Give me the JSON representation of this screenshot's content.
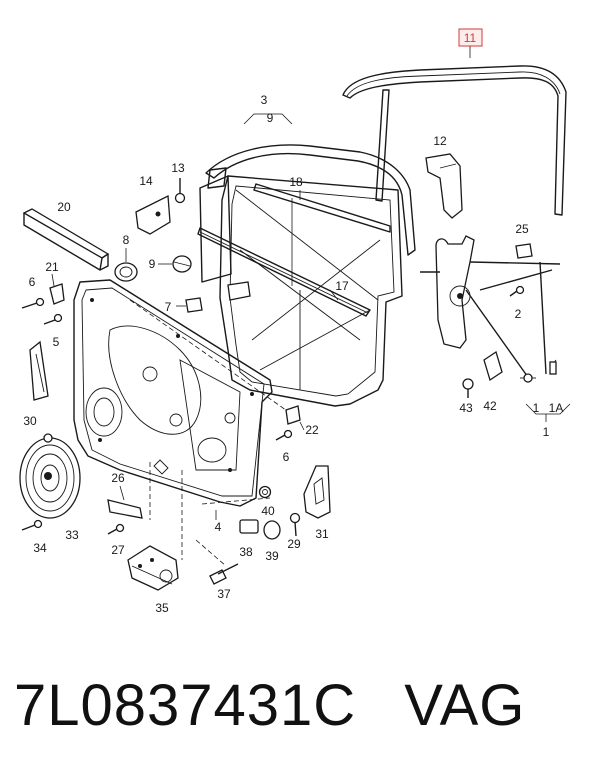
{
  "labels": {
    "l11": "11",
    "l3": "3",
    "l9top": "9",
    "l12": "12",
    "l13": "13",
    "l14": "14",
    "l18": "18",
    "l20": "20",
    "l8": "8",
    "l9": "9",
    "l25": "25",
    "l21": "21",
    "l6a": "6",
    "l7": "7",
    "l17": "17",
    "l2": "2",
    "l5": "5",
    "l30": "30",
    "l43": "43",
    "l42": "42",
    "l1": "1",
    "l1A": "1A",
    "l22": "22",
    "l6b": "6",
    "l26": "26",
    "l40": "40",
    "l4": "4",
    "l31": "31",
    "l33": "33",
    "l34": "34",
    "l27": "27",
    "l38": "38",
    "l29": "29",
    "l39": "39",
    "l35": "35",
    "l37": "37"
  },
  "footer": {
    "part_number": "7L0837431C",
    "brand": "VAG"
  },
  "colors": {
    "highlight": "#d23b3b",
    "ink": "#1a1a1a"
  }
}
